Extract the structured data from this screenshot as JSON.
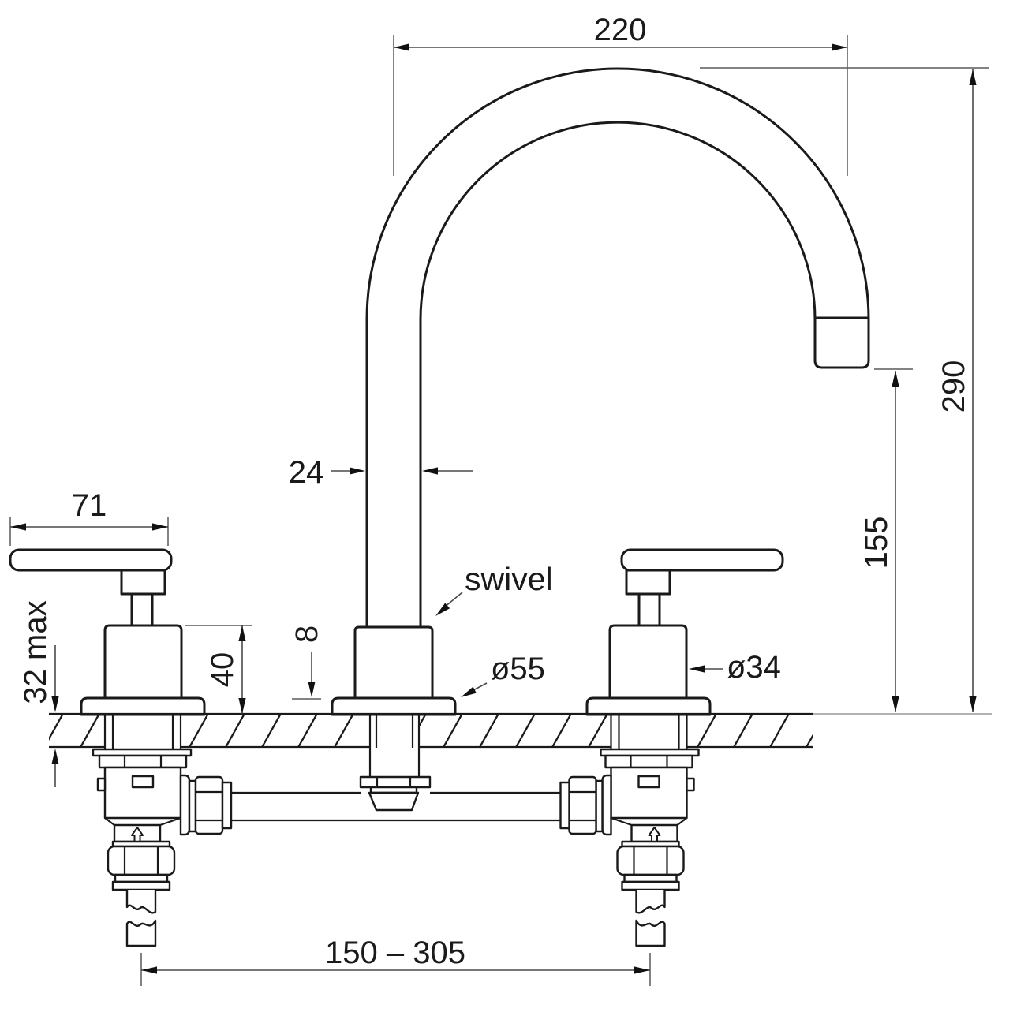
{
  "drawing": {
    "kind": "tapware-installation-dimension-drawing",
    "units": "mm",
    "dimensions": {
      "spout_reach": "220",
      "overall_height": "290",
      "outlet_clearance": "155",
      "spout_tube_width": "24",
      "handle_length": "71",
      "max_deck_thickness": "32 max",
      "body_height_above_deck": "40",
      "flange_height": "8",
      "flange_diameter": "ø55",
      "body_diameter": "ø34",
      "hole_centres_range": "150 – 305"
    },
    "annotations": {
      "swivel": "swivel"
    },
    "colors": {
      "line": "#1a1a1a",
      "dimension_line": "#4a4a4a",
      "reference_line": "#9a9a9a",
      "background": "#ffffff"
    }
  }
}
